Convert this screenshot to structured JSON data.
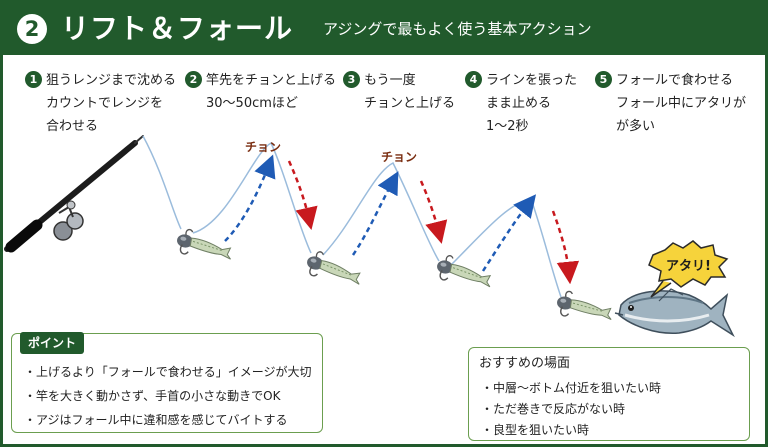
{
  "header": {
    "badge": "2",
    "title": "リフト＆フォール",
    "subtitle": "アジングで最もよく使う基本アクション"
  },
  "steps": [
    {
      "num": "1",
      "lines": [
        "狙うレンジまで沈める",
        "カウントでレンジを",
        "合わせる"
      ]
    },
    {
      "num": "2",
      "lines": [
        "竿先をチョンと上げる",
        "30～50cmほど"
      ]
    },
    {
      "num": "3",
      "lines": [
        "もう一度",
        "チョンと上げる"
      ]
    },
    {
      "num": "4",
      "lines": [
        "ラインを張った",
        "まま止める",
        "1～2秒"
      ]
    },
    {
      "num": "5",
      "lines": [
        "フォールで食わせる",
        "フォール中にアタリが",
        "が多い"
      ]
    }
  ],
  "diagram": {
    "chon_labels": [
      "チョン",
      "チョン"
    ],
    "bite_label": "アタリ!"
  },
  "point": {
    "label": "ポイント",
    "items": [
      "上げるより「フォールで食わせる」イメージが大切",
      "竿を大きく動かさず、手首の小さな動きでOK",
      "アジはフォール中に違和感を感じてバイトする"
    ]
  },
  "recommended": {
    "title": "おすすめの場面",
    "items": [
      "中層～ボトム付近を狙いたい時",
      "ただ巻きで反応がない時",
      "良型を狙いたい時"
    ]
  },
  "colors": {
    "header_green": "#215a2c",
    "border_green": "#6b9e4f",
    "line_blue": "#9bbcdc",
    "lift_arrow_blue": "#1f5bb5",
    "fall_arrow_red": "#c8191e",
    "bite_bubble": "#f6d33b"
  }
}
